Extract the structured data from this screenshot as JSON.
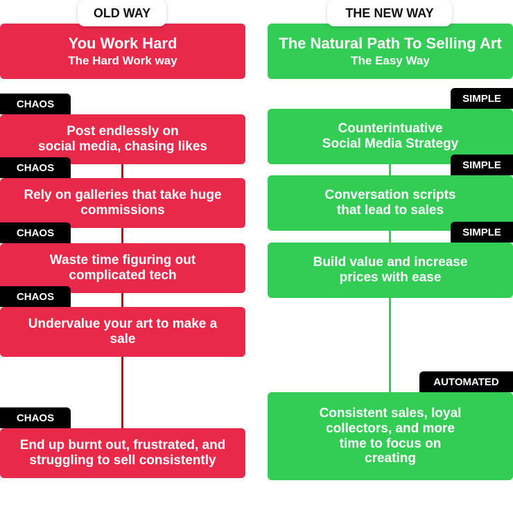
{
  "old": {
    "header": "OLD WAY",
    "title": "You Work Hard",
    "subtitle": "The Hard Work way",
    "steps": [
      {
        "tag": "CHAOS",
        "lines": [
          "Post endlessly on",
          "social media, chasing likes"
        ]
      },
      {
        "tag": "CHAOS",
        "lines": [
          "Rely on galleries that take huge",
          "commissions"
        ]
      },
      {
        "tag": "CHAOS",
        "lines": [
          "Waste time figuring out",
          "complicated tech"
        ]
      },
      {
        "tag": "CHAOS",
        "lines": [
          "Undervalue your art to make a",
          "sale"
        ]
      },
      {
        "tag": "CHAOS",
        "lines": [
          "End up burnt out, frustrated, and",
          "struggling to sell consistently"
        ]
      }
    ]
  },
  "new": {
    "header": "THE NEW WAY",
    "title": "The Natural Path To Selling Art",
    "subtitle": "The Easy Way",
    "steps": [
      {
        "tag": "SIMPLE",
        "lines": [
          "Counterintuative",
          "Social Media Strategy"
        ]
      },
      {
        "tag": "SIMPLE",
        "lines": [
          "Conversation scripts",
          "that lead to sales"
        ]
      },
      {
        "tag": "SIMPLE",
        "lines": [
          "Build value and increase",
          "prices with ease"
        ]
      },
      {
        "tag": "AUTOMATED",
        "lines": [
          "Consistent sales, loyal",
          "collectors, and more",
          "time to focus on",
          "creating"
        ]
      }
    ]
  },
  "colors": {
    "red": "#e8294a",
    "green": "#33cc55",
    "tag": "#000000",
    "connector_red": "#c4001f",
    "connector_green": "#33cc55"
  }
}
